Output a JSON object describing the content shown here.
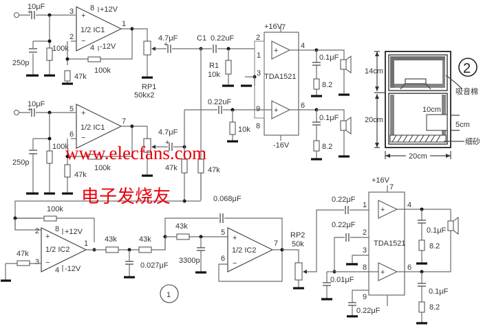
{
  "figure_labels": {
    "fig1": "1",
    "fig2": "2"
  },
  "watermark": {
    "url": "www.elecfans.com",
    "site_name": "电子发烧友"
  },
  "stage1_top": {
    "input_cap": "10μF",
    "filter_cap": "250p",
    "bias_res": "100k",
    "feedback_res": "100k",
    "ground_res": "47k",
    "opamp": "1/2  IC1",
    "pins": {
      "noninv": "3",
      "inv": "2",
      "out": "1",
      "vpos": "8",
      "vneg": "4"
    },
    "vpos": "+12V",
    "vneg": "-12V",
    "pot_name": "RP1",
    "pot_value": "50kx2",
    "coupling_cap": "4.7μF"
  },
  "stage1_bottom": {
    "input_cap": "10μF",
    "filter_cap": "250p",
    "bias_res": "100k",
    "feedback_res": "100k",
    "ground_res": "47k",
    "opamp": "1/2  IC1",
    "pins": {
      "noninv": "5",
      "inv": "6",
      "out": "7"
    },
    "coupling_cap": "4.7μF",
    "mix_res_a": "47k",
    "mix_res_b": "47k"
  },
  "amp_top": {
    "vpos": "+16V",
    "vneg": "-16V",
    "chip": "TDA1521",
    "c1_label": "C1",
    "c1_value": "0.22uF",
    "c2_value": "0.22uF",
    "r1_label": "R1",
    "r1_value": "10k",
    "r2_value": "10k",
    "pins": {
      "p1": "1",
      "p2": "2",
      "p3": "3",
      "p4": "4",
      "p6": "6",
      "p7": "7",
      "p8": "8",
      "p9": "9"
    },
    "zobel_cap": "0.1μF",
    "zobel_res": "8.2"
  },
  "subwoofer_stage": {
    "feedback_res": "100k",
    "input_res": "47k",
    "opamp_a": "1/2  IC2",
    "pins_a": {
      "inv": "2",
      "noninv": "3",
      "out": "1",
      "vpos": "8",
      "vneg": "4"
    },
    "vpos": "+12V",
    "vneg": "-12V",
    "r_a": "43k",
    "r_b": "43k",
    "r_c": "43k",
    "cap_a": "0.027μF",
    "cap_b": "3300p",
    "cap_fb": "0.068μF",
    "opamp_b": "1/2  IC2",
    "pins_b": {
      "noninv": "5",
      "inv": "6",
      "out": "7"
    },
    "pot_name": "RP2",
    "pot_value": "50k"
  },
  "amp_bottom": {
    "vpos": "+16V",
    "chip": "TDA1521",
    "in_cap_1": "0.22μF",
    "in_cap_2": "0.22μF",
    "bias_cap": "0.01μF",
    "pin9_cap": "0.22μF",
    "pins": {
      "p1": "1",
      "p2": "2",
      "p3": "3",
      "p4": "4",
      "p6": "6",
      "p7": "7",
      "p8": "8",
      "p9": "9"
    },
    "zobel_cap": "0.1μF",
    "zobel_res": "8.2"
  },
  "enclosure": {
    "height_top": "14cm",
    "height_bottom": "20cm",
    "width": "20cm",
    "port_width": "10cm",
    "port_height": "5cm",
    "absorber_label": "吸音棉",
    "sand_label": "细砂"
  }
}
